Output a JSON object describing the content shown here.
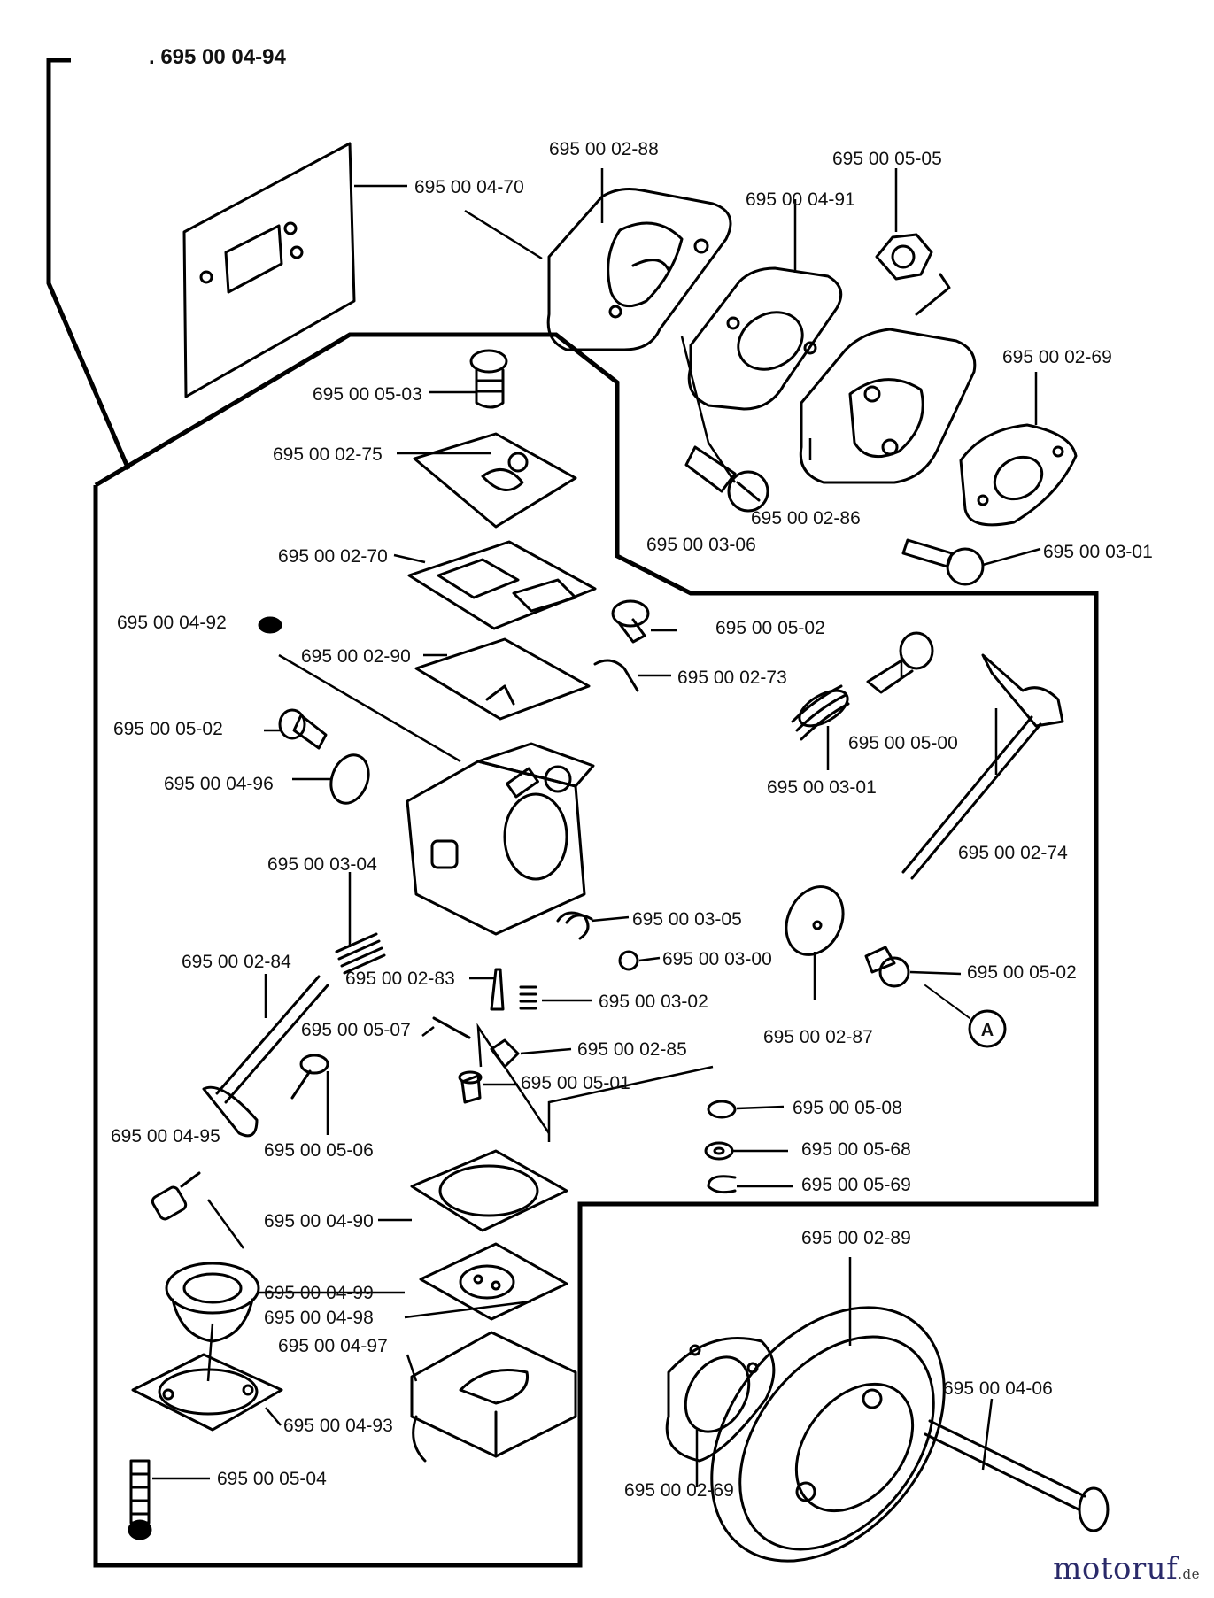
{
  "diagram": {
    "title": ". 695 00 04-94",
    "labels": [
      "695 00 04-70",
      "695 00 02-88",
      "695 00 05-05",
      "695 00 04-91",
      "695 00 02-69",
      "695 00 05-03",
      "695 00 02-75",
      "695 00 03-06",
      "695 00 02-86",
      "695 00 03-01",
      "695 00 02-70",
      "695 00 04-92",
      "695 00 02-90",
      "695 00 05-02",
      "695 00 02-73",
      "695 00 05-00",
      "695 00 05-02",
      "695 00 04-96",
      "695 00 03-01",
      "695 00 02-74",
      "695 00 03-04",
      "695 00 03-05",
      "695 00 03-00",
      "695 00 05-02",
      "695 00 02-84",
      "695 00 02-83",
      "695 00 03-02",
      "695 00 02-87",
      "695 00 05-07",
      "695 00 02-85",
      "695 00 05-01",
      "695 00 05-08",
      "695 00 04-95",
      "695 00 05-06",
      "695 00 05-68",
      "695 00 05-69",
      "695 00 04-90",
      "695 00 02-89",
      "695 00 04-99",
      "695 00 04-98",
      "695 00 04-97",
      "695 00 04-06",
      "695 00 04-93",
      "695 00 02-69",
      "695 00 05-04"
    ],
    "marker": "A"
  },
  "watermark": {
    "name": "motoruf",
    "suffix": ".de"
  }
}
